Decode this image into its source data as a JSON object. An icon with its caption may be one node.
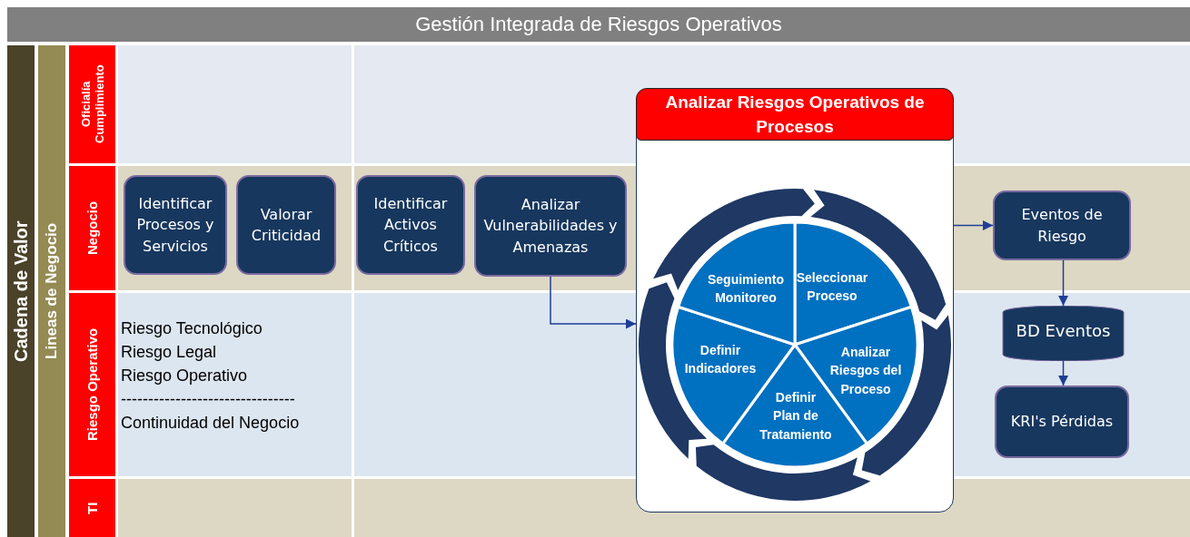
{
  "diagram": {
    "title": "Gestión Integrada de Riesgos Operativos",
    "nodes": [
      {
        "text": [
          "Cadena de Valor"
        ]
      },
      {
        "text": [
          "Lineas de Negocio"
        ]
      },
      {
        "text": [
          "Oficialía Cumplimiento"
        ]
      },
      {
        "text": [
          "Negocio"
        ]
      },
      {
        "text": [
          "Riesgo Operativo"
        ]
      },
      {
        "text": [
          "TI"
        ]
      },
      {
        "text": [
          "Identificar Procesos y Servicios"
        ]
      },
      {
        "text": [
          "Valorar Criticidad"
        ]
      },
      {
        "text": [
          "Identificar Activos Críticos"
        ]
      },
      {
        "text": [
          "Analizar Vulnerabilidades y Amenazas"
        ]
      },
      {
        "text": [
          "Analizar Riesgos Operativos de Procesos"
        ]
      },
      {
        "text": [
          "Seleccionar Proceso"
        ],
        "in": 10
      },
      {
        "text": [
          "Analizar Riesgos del Proceso"
        ],
        "in": 10
      },
      {
        "text": [
          "Definir Plan de Tratamiento"
        ],
        "in": 10
      },
      {
        "text": [
          "Definir Indicadores"
        ],
        "in": 10
      },
      {
        "text": [
          "Seguimiento Monitoreo"
        ],
        "in": 10
      },
      {
        "text": [
          "Eventos de Riesgo"
        ]
      },
      {
        "text": [
          "BD Eventos"
        ]
      },
      {
        "text": [
          "KRI's Pérdidas"
        ]
      }
    ],
    "edges": [
      {
        "from": 9,
        "to": 10,
        "arrow": "to"
      },
      {
        "from": 10,
        "to": 16,
        "arrow": "to"
      },
      {
        "from": 16,
        "to": 17,
        "arrow": "to"
      },
      {
        "from": 17,
        "to": 18,
        "arrow": "to"
      }
    ],
    "labels": [
      "Riesgo Tecnológico",
      "Riesgo Legal",
      "Riesgo Operativo",
      "--------------------------------",
      "Continuidad del Negocio"
    ]
  }
}
